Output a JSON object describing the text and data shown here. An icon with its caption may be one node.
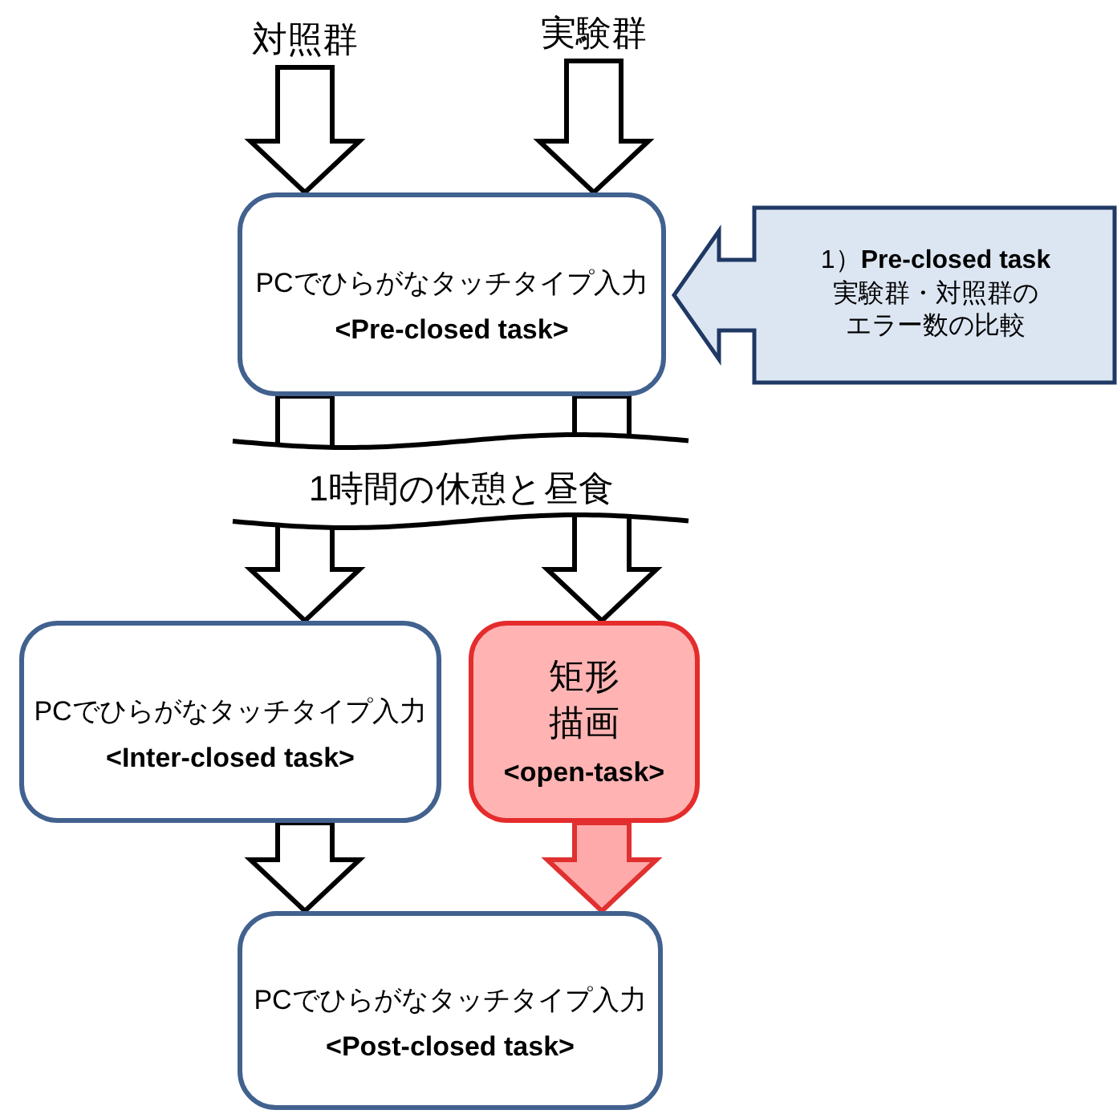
{
  "diagram": {
    "nodes": [
      {
        "text": [
          "対照群"
        ]
      },
      {
        "text": [
          "実験群"
        ]
      },
      {
        "text": [
          "PCでひらがなタッチタイプ入力",
          "<Pre-closed task>"
        ]
      },
      {
        "text": [
          "1）**Pre-closed task**",
          "実験群・対照群のエラー数の比較"
        ]
      },
      {
        "text": [
          "PCでひらがなタッチタイプ入力",
          "<Inter-closed task>"
        ]
      },
      {
        "text": [
          "矩形描画",
          "<open-task>"
        ]
      },
      {
        "text": [
          "PCでひらがなタッチタイプ入力",
          "<Post-closed task>"
        ]
      }
    ],
    "edges": [
      {
        "from": 0,
        "to": 2,
        "arrow": "to"
      },
      {
        "from": 1,
        "to": 2,
        "arrow": "to"
      },
      {
        "from": 2,
        "to": 4,
        "arrow": "to"
      },
      {
        "from": 2,
        "to": 5,
        "arrow": "to"
      },
      {
        "from": 4,
        "to": 6,
        "arrow": "to"
      },
      {
        "from": 5,
        "to": 6,
        "arrow": "to",
        "color": "#ffaaaa"
      }
    ],
    "labels": [
      "1時間の休憩と昼食"
    ]
  }
}
